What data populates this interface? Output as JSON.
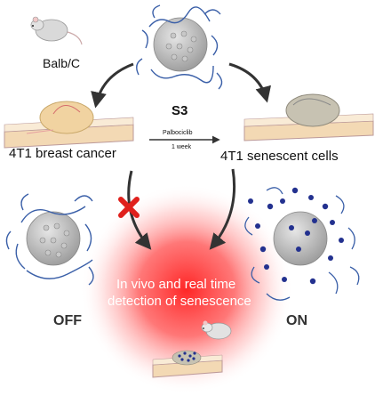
{
  "labels": {
    "mouse_strain": "Balb/C",
    "probe": "S3",
    "drug": "Palbociclib",
    "duration": "1 week",
    "tumor": "4T1 breast cancer",
    "senescent": "4T1 senescent cells",
    "off_state": "OFF",
    "on_state": "ON",
    "detection_line1": "In vivo and real time",
    "detection_line2": "detection of senescence"
  },
  "colors": {
    "nanoparticle_core": "#b4b4b4",
    "polymer_chain": "#3a5fa8",
    "cargo_dot": "#23318f",
    "glow": "#ff2a2a",
    "block_mark": "#e0201c",
    "arrow": "#333333",
    "tissue": "#f3d9b4",
    "tumor_tissue": "#c7c2b2"
  },
  "icons": {
    "block": "x-mark-icon",
    "mouse": "mouse-icon"
  }
}
